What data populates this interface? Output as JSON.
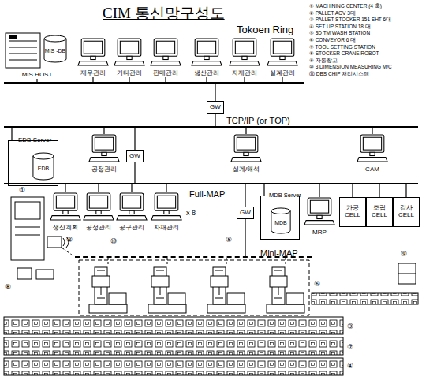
{
  "diagram": {
    "title": "CIM 통신망구성도",
    "nodes": [
      {
        "text": [
          "MIS HOST"
        ]
      },
      {
        "text": [
          "MIS -DB"
        ],
        "in": 0
      },
      {
        "text": [
          "재무관리"
        ]
      },
      {
        "text": [
          "기타관리"
        ]
      },
      {
        "text": [
          "판매관리"
        ]
      },
      {
        "text": [
          "생산관리"
        ]
      },
      {
        "text": [
          "자재관리"
        ]
      },
      {
        "text": [
          "설계관리"
        ]
      },
      {
        "text": [
          "Tokoen Ring"
        ]
      },
      {
        "text": [
          "GW"
        ]
      },
      {
        "text": [
          "TCP/IP (or TOP)"
        ]
      },
      {
        "text": [
          "EDB Server"
        ]
      },
      {
        "text": [
          "EDB"
        ],
        "in": 11
      },
      {
        "text": [
          "공정관리"
        ]
      },
      {
        "text": [
          "GW"
        ]
      },
      {
        "text": [
          "설계/해석"
        ]
      },
      {
        "text": [
          "CAM"
        ]
      },
      {
        "text": [
          "Full-MAP"
        ]
      },
      {
        "text": [
          "생산계획"
        ]
      },
      {
        "text": [
          "공정관리"
        ]
      },
      {
        "text": [
          "공구관리"
        ]
      },
      {
        "text": [
          "자재관리"
        ]
      },
      {
        "text": [
          "GW"
        ]
      },
      {
        "text": [
          "MDB Server"
        ]
      },
      {
        "text": [
          "MDB"
        ],
        "in": 23
      },
      {
        "text": [
          "MRP"
        ]
      },
      {
        "text": [
          "가공 CELL"
        ]
      },
      {
        "text": [
          "조립 CELL"
        ]
      },
      {
        "text": [
          "검사 CELL"
        ]
      },
      {
        "text": [
          "Mini-MAP"
        ]
      }
    ],
    "edges": [
      {
        "from": 0,
        "to": 8,
        "arrow": "none"
      },
      {
        "from": 2,
        "to": 8,
        "arrow": "none"
      },
      {
        "from": 3,
        "to": 8,
        "arrow": "none"
      },
      {
        "from": 4,
        "to": 8,
        "arrow": "none"
      },
      {
        "from": 5,
        "to": 8,
        "arrow": "none"
      },
      {
        "from": 6,
        "to": 8,
        "arrow": "none"
      },
      {
        "from": 7,
        "to": 8,
        "arrow": "none"
      },
      {
        "from": 9,
        "to": 8,
        "arrow": "none"
      },
      {
        "from": 9,
        "to": 10,
        "arrow": "none"
      },
      {
        "from": 11,
        "to": 10,
        "arrow": "none"
      },
      {
        "from": 13,
        "to": 10,
        "arrow": "none"
      },
      {
        "from": 14,
        "to": 10,
        "arrow": "none"
      },
      {
        "from": 14,
        "to": 17,
        "arrow": "none"
      },
      {
        "from": 15,
        "to": 10,
        "arrow": "none"
      },
      {
        "from": 16,
        "to": 10,
        "arrow": "none"
      },
      {
        "from": 18,
        "to": 17,
        "arrow": "none"
      },
      {
        "from": 19,
        "to": 17,
        "arrow": "none"
      },
      {
        "from": 20,
        "to": 17,
        "arrow": "none"
      },
      {
        "from": 21,
        "to": 17,
        "arrow": "none"
      },
      {
        "from": 22,
        "to": 17,
        "arrow": "none"
      },
      {
        "from": 22,
        "to": 29,
        "arrow": "none"
      },
      {
        "from": 23,
        "to": 17,
        "arrow": "none"
      },
      {
        "from": 25,
        "to": 17,
        "arrow": "none"
      },
      {
        "from": 26,
        "to": 17,
        "arrow": "none"
      },
      {
        "from": 27,
        "to": 17,
        "arrow": "none"
      },
      {
        "from": 28,
        "to": 17,
        "arrow": "none"
      }
    ],
    "labels": [
      "① MACHINING CENTER (4 축)",
      "② PALLET AGV 3대",
      "③ PALLET STOCKER 151 SHT 6대",
      "④ SET UP STATION 18 대",
      "⑤ 3D TM WASH STATION",
      "⑥ CONVEYOR 6 대",
      "⑦ TOOL SETTING STATION",
      "⑧ STOCKER CRANE ROBOT",
      "⑨ 자동창고",
      "⑩ 3 DIMENSION MEASURING M/C",
      "⑪ DBS CHIP 처리시스템",
      "①",
      "②",
      "⑧",
      "⑩",
      "x 8",
      "⑤",
      "③",
      "⑦",
      "⑨",
      "④",
      "⑥"
    ]
  }
}
